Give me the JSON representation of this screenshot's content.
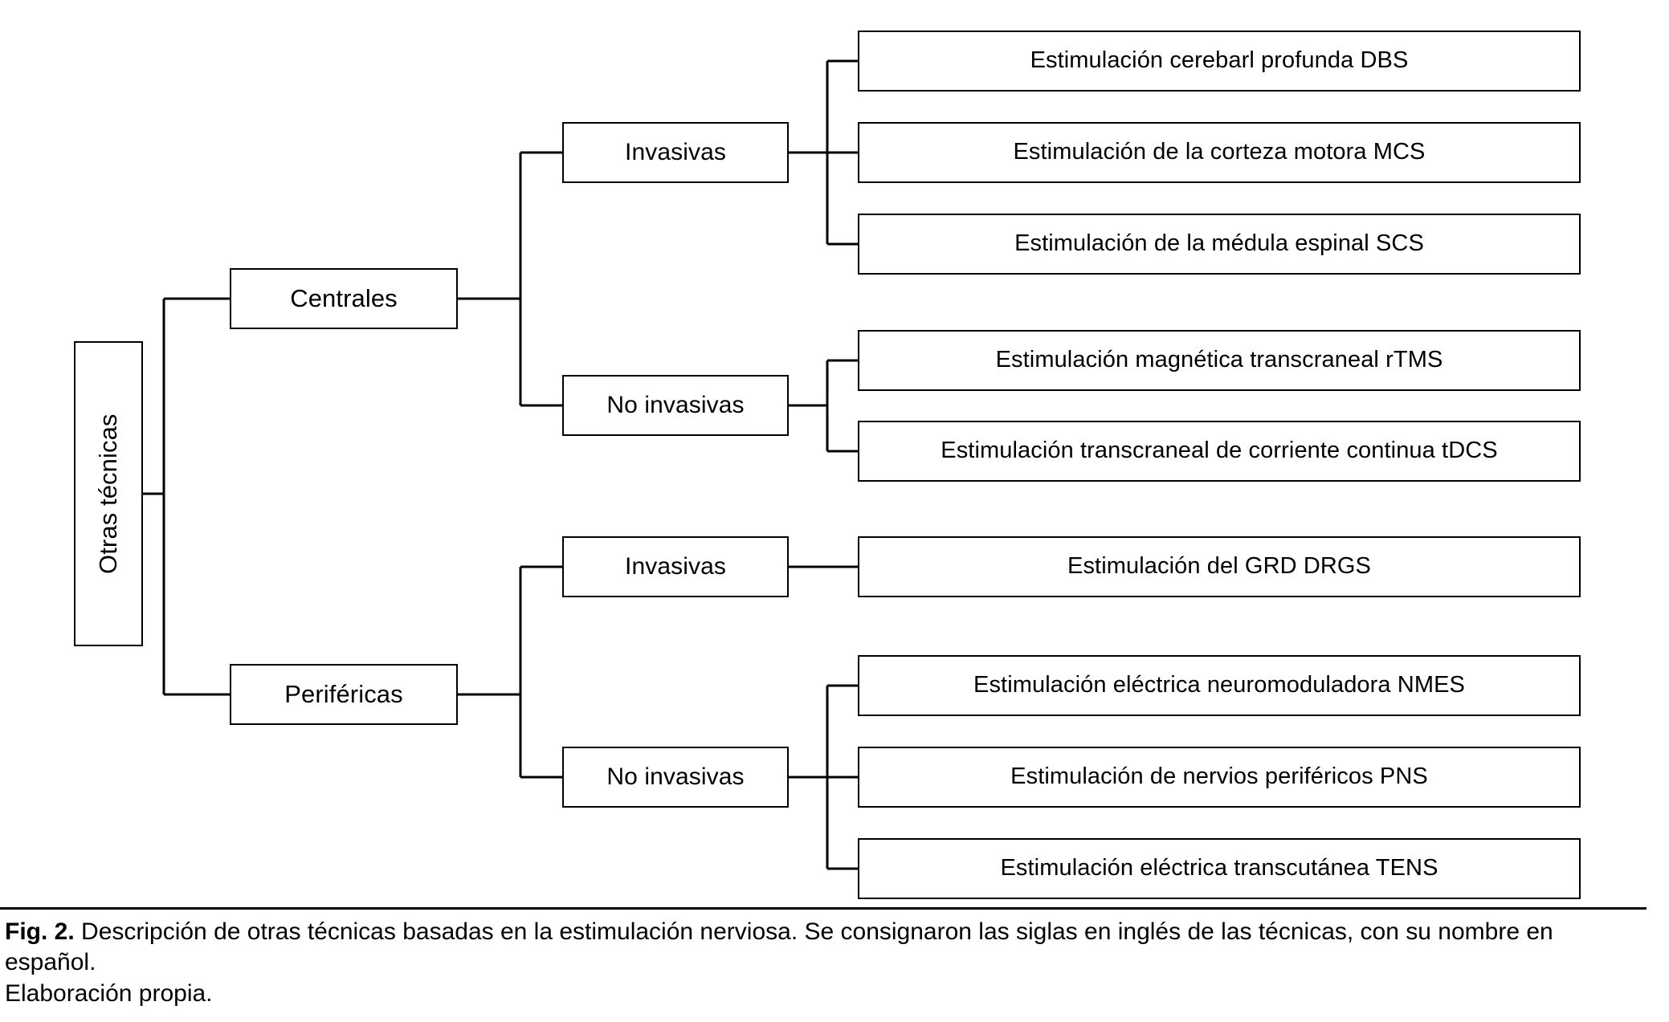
{
  "figure": {
    "root": {
      "label": "Otras técnicas"
    },
    "branches": [
      {
        "label": "Centrales",
        "groups": [
          {
            "label": "Invasivas",
            "items": [
              "Estimulación cerebarl profunda DBS",
              "Estimulación de la corteza motora MCS",
              "Estimulación de la médula espinal SCS"
            ]
          },
          {
            "label": "No invasivas",
            "items": [
              "Estimulación magnética transcraneal rTMS",
              "Estimulación transcraneal de corriente continua tDCS"
            ]
          }
        ]
      },
      {
        "label": "Periféricas",
        "groups": [
          {
            "label": "Invasivas",
            "items": [
              "Estimulación del GRD DRGS"
            ]
          },
          {
            "label": "No invasivas",
            "items": [
              "Estimulación eléctrica neuromoduladora NMES",
              "Estimulación de nervios periféricos PNS",
              "Estimulación eléctrica transcutánea TENS"
            ]
          }
        ]
      }
    ]
  },
  "caption": {
    "figure_number": "Fig. 2.",
    "line1": " Descripción de otras técnicas basadas en la estimulación nerviosa. Se consignaron las siglas en inglés de las técnicas, con su nombre en español.",
    "line2": "Elaboración propia."
  },
  "colors": {
    "stroke": "#000000",
    "fill": "#ffffff",
    "text": "#000000"
  }
}
